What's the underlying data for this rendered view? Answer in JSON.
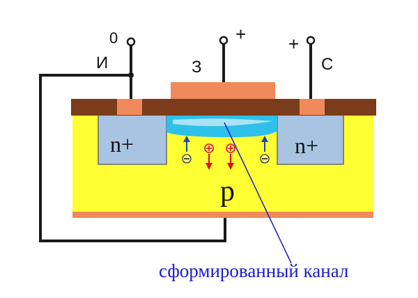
{
  "labels": {
    "source_potential": "0",
    "source_name": "И",
    "gate_potential": "+",
    "gate_name": "З",
    "drain_potential": "+",
    "drain_name": "С",
    "left_region": "n+",
    "right_region": "n+",
    "substrate": "p",
    "caption": "сформированный канал"
  },
  "colors": {
    "substrate": "#ffff33",
    "oxide": "#7a3c1a",
    "gate_metal": "#f08a5a",
    "n_region": "#a9c4e2",
    "channel": "#2ec0ea",
    "wire": "#1a1a1a",
    "caption": "#1c1cc8",
    "hole": "#e01010",
    "electron": "#1a4aa8"
  }
}
